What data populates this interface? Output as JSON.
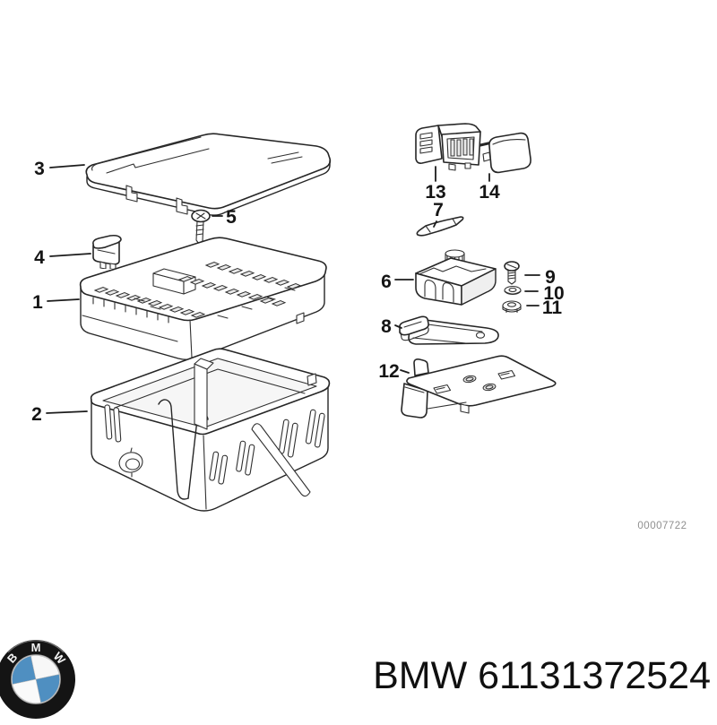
{
  "diagram": {
    "watermark": "00007722",
    "parts": [
      {
        "num": "1"
      },
      {
        "num": "2"
      },
      {
        "num": "3"
      },
      {
        "num": "4"
      },
      {
        "num": "5"
      },
      {
        "num": "6"
      },
      {
        "num": "7"
      },
      {
        "num": "8"
      },
      {
        "num": "9"
      },
      {
        "num": "10"
      },
      {
        "num": "11"
      },
      {
        "num": "12"
      },
      {
        "num": "13"
      },
      {
        "num": "14"
      }
    ]
  },
  "footer": {
    "title": "BMW 61131372524",
    "logo_letters": "BMW"
  },
  "colors": {
    "ink": "#262626",
    "label": "#151515",
    "watermark_gray": "#8f8f8f",
    "logo_blue": "#4f8fc1",
    "logo_ring": "#141414",
    "footer_text": "#101010"
  }
}
